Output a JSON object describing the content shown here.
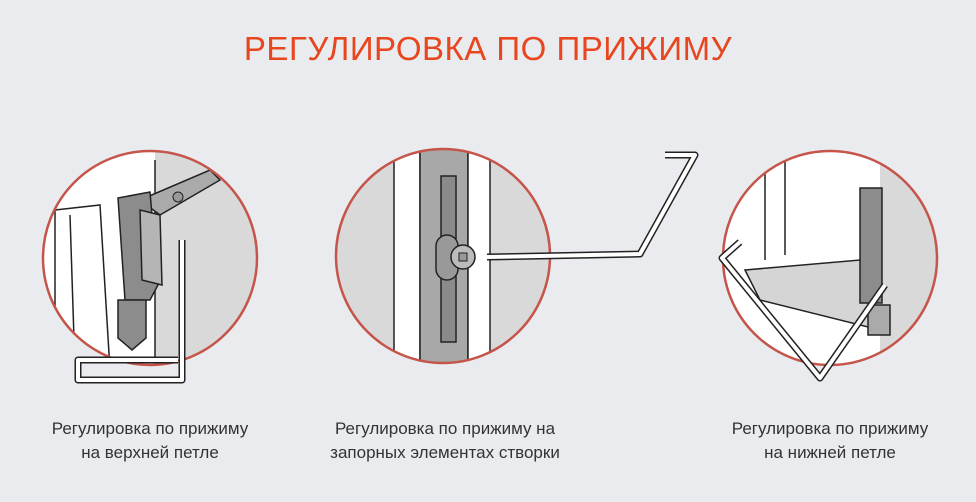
{
  "title": "РЕГУЛИРОВКА ПО ПРИЖИМУ",
  "colors": {
    "accent": "#e8461e",
    "circle_border": "#c5554a",
    "background": "#e9ebee"
  },
  "panels": [
    {
      "line1": "Регулировка по прижиму",
      "line2": "на верхней петле",
      "icon": "upper-hinge-hex-key"
    },
    {
      "line1": "Регулировка по прижиму на",
      "line2": "запорных элементах створки",
      "icon": "locking-cam-hex-key"
    },
    {
      "line1": "Регулировка по прижиму",
      "line2": "на нижней петле",
      "icon": "lower-hinge-hex-key"
    }
  ]
}
